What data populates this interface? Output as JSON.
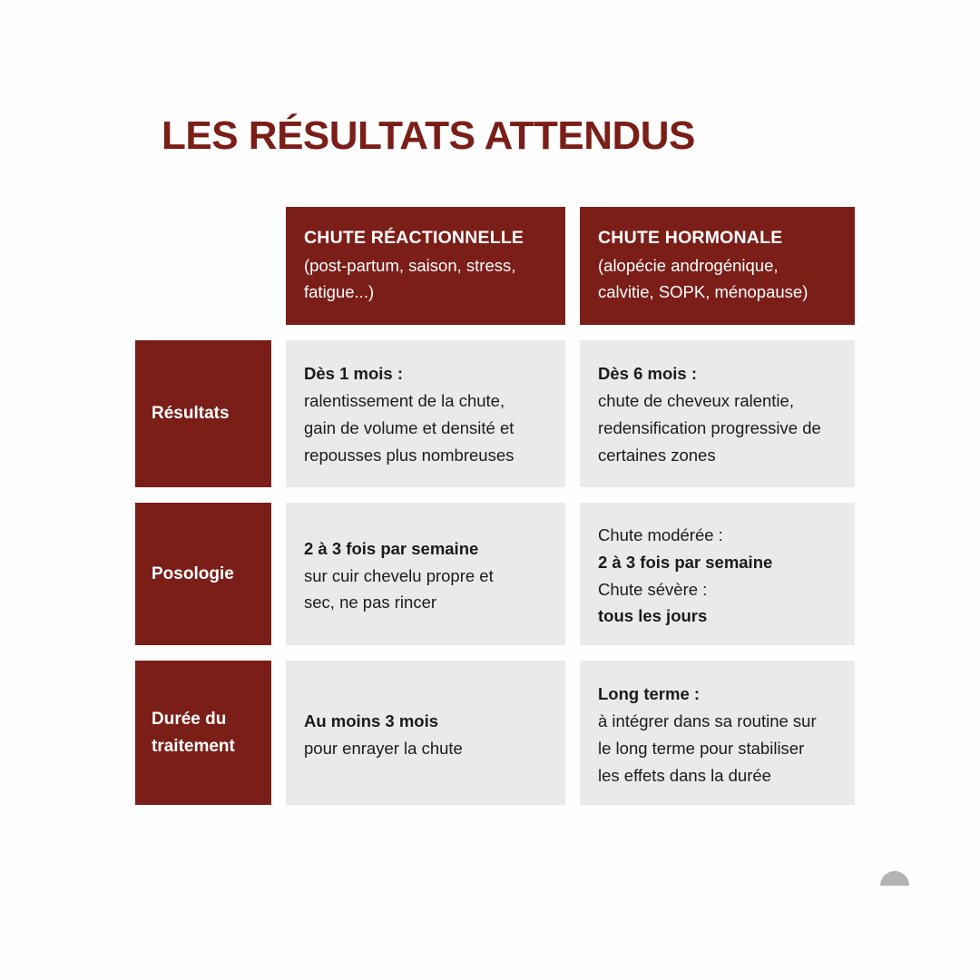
{
  "page": {
    "title": "LES RÉSULTATS ATTENDUS",
    "background_color": "#fefefe",
    "accent_color": "#7B1E18",
    "cell_color": "#EAEAEA",
    "text_color": "#1b1b1b"
  },
  "table": {
    "columns": [
      {
        "id": "col-reactionnelle",
        "title": "CHUTE RÉACTIONNELLE",
        "subtitle": "(post-partum, saison, stress, fatigue...)"
      },
      {
        "id": "col-hormonale",
        "title": "CHUTE HORMONALE",
        "subtitle": "(alopécie androgénique, calvitie, SOPK, ménopause)"
      }
    ],
    "rows": [
      {
        "id": "row-resultats",
        "label": "Résultats",
        "reactionnelle": [
          {
            "text": "Dès 1 mois :",
            "bold": true
          },
          {
            "text": "ralentissement de la chute,",
            "bold": false
          },
          {
            "text": "gain de volume et densité et",
            "bold": false
          },
          {
            "text": "repousses plus nombreuses",
            "bold": false
          }
        ],
        "hormonale": [
          {
            "text": "Dès 6 mois :",
            "bold": true
          },
          {
            "text": "chute de cheveux ralentie,",
            "bold": false
          },
          {
            "text": "redensification progressive de",
            "bold": false
          },
          {
            "text": "certaines zones",
            "bold": false
          }
        ]
      },
      {
        "id": "row-posologie",
        "label": "Posologie",
        "reactionnelle": [
          {
            "text": "2 à 3 fois par semaine",
            "bold": true
          },
          {
            "text": "sur cuir chevelu propre et",
            "bold": false
          },
          {
            "text": "sec, ne pas rincer",
            "bold": false
          }
        ],
        "hormonale": [
          {
            "text": "Chute modérée :",
            "bold": false
          },
          {
            "text": "2 à 3 fois par semaine",
            "bold": true
          },
          {
            "text": "Chute sévère :",
            "bold": false
          },
          {
            "text": "tous les jours",
            "bold": true
          }
        ]
      },
      {
        "id": "row-duree",
        "label": "Durée du traitement",
        "reactionnelle": [
          {
            "text": "Au moins 3 mois",
            "bold": true
          },
          {
            "text": "pour enrayer la chute",
            "bold": false
          }
        ],
        "hormonale": [
          {
            "text": "Long terme :",
            "bold": true
          },
          {
            "text": "à intégrer dans sa routine sur",
            "bold": false
          },
          {
            "text": "le long terme pour stabiliser",
            "bold": false
          },
          {
            "text": "les effets dans la durée",
            "bold": false
          }
        ]
      }
    ]
  },
  "decoration": {
    "corner_dot_color": "#b3b3b3"
  }
}
